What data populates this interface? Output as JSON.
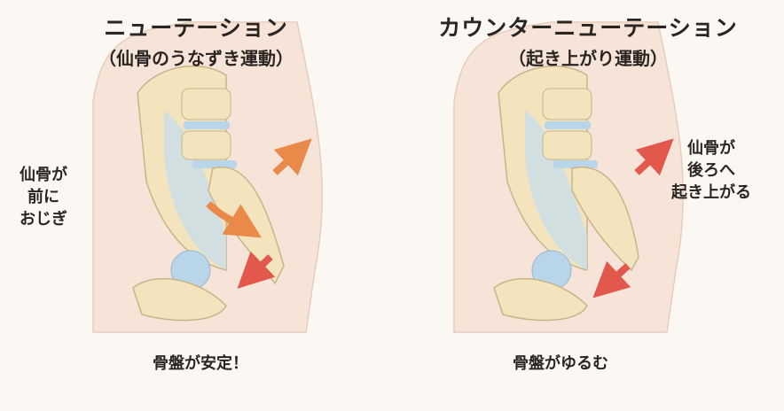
{
  "left": {
    "title": "ニューテーション",
    "subtitle": "（仙骨のうなずき運動）",
    "side_label": [
      "仙骨が",
      "前に",
      "おじぎ"
    ],
    "bottom_label": "骨盤が安定！"
  },
  "right": {
    "title": "カウンターニューテーション",
    "subtitle": "（起き上がり運動）",
    "side_label": [
      "仙骨が",
      "後ろへ",
      "起き上がる"
    ],
    "bottom_label": "骨盤がゆるむ"
  },
  "colors": {
    "background": "#fbf8f3",
    "body": "#f6e4d8",
    "bone": "#f3e4bd",
    "disc": "#b8d5ea",
    "arrow_orange": "#ea8a4a",
    "arrow_red": "#e2584c"
  }
}
